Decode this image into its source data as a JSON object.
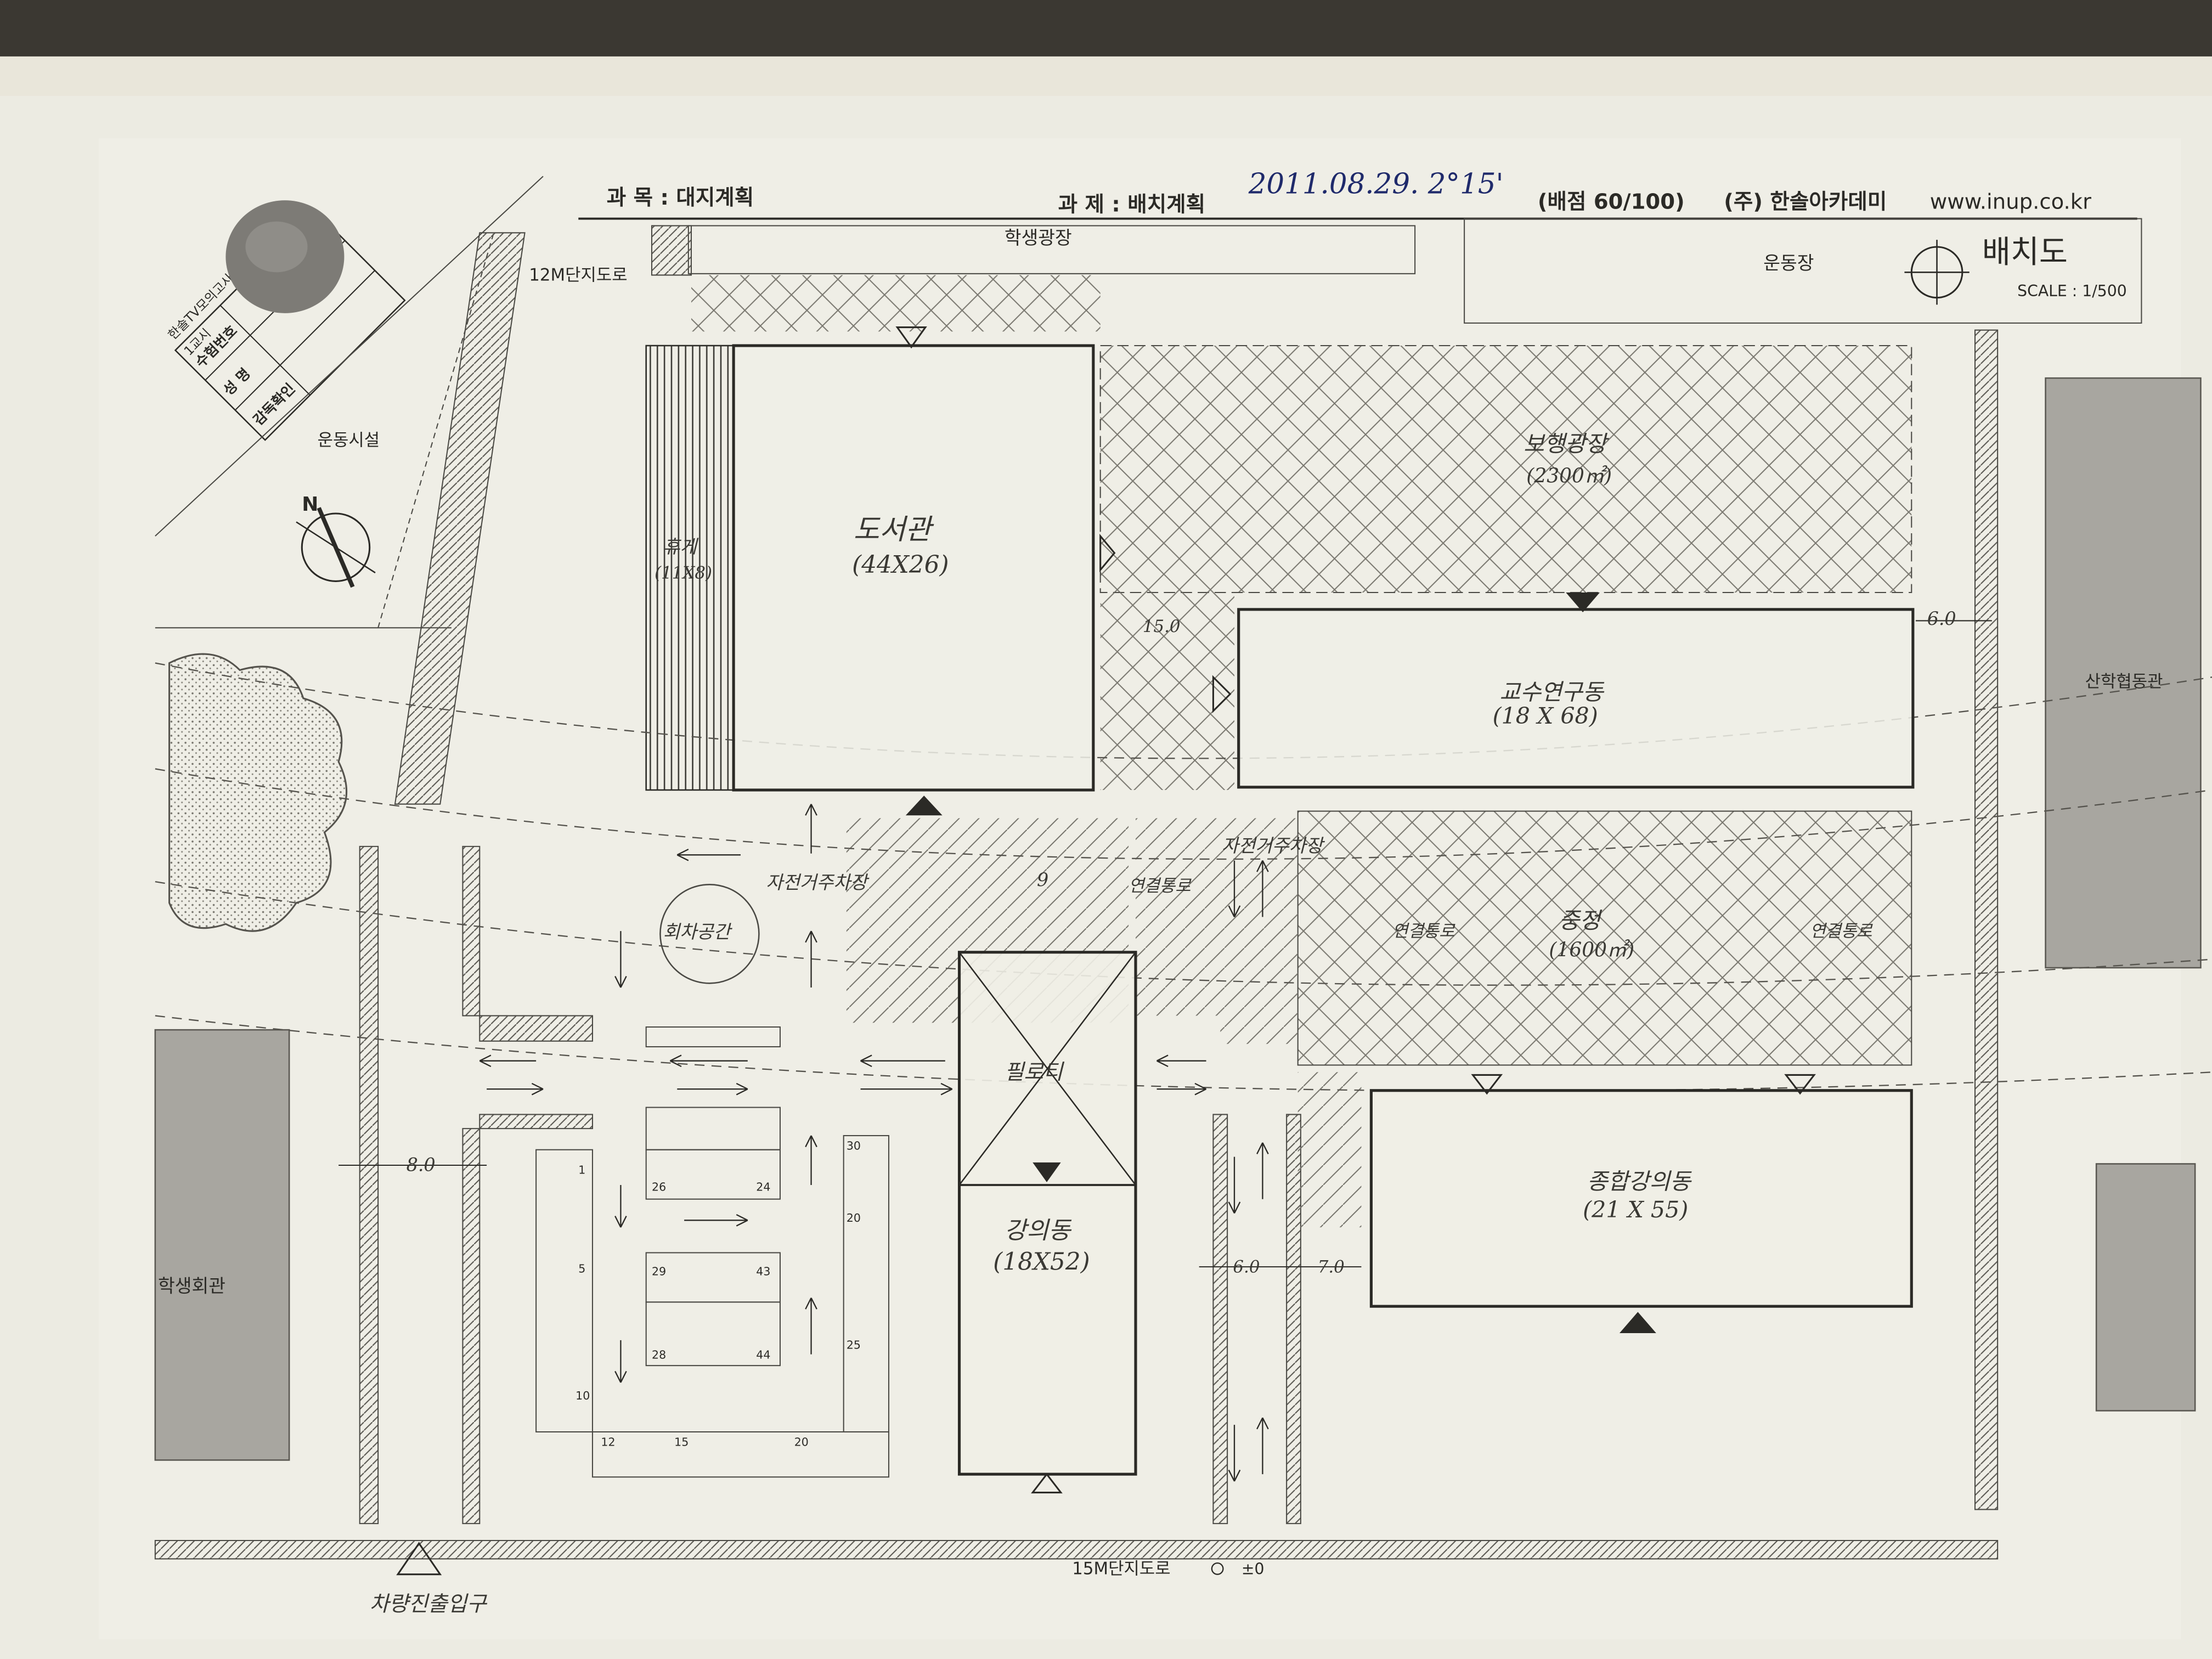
{
  "header": {
    "subject": "과 목 : 대지계획",
    "task": "과 제 : 배치계획",
    "date_note": "2011.08.29. 2°15'",
    "score": "(배점 60/100)",
    "company": "(주) 한솔아카데미",
    "website": "www.inup.co.kr",
    "drawing_title": "배치도",
    "scale": "SCALE : 1/500"
  },
  "stamp": {
    "exam_name": "한솔TV모의고사3차",
    "session": "1교시",
    "row_labels": [
      "수험번호",
      "성 명",
      "감독확인"
    ]
  },
  "site_labels": {
    "student_plaza": "학생광장",
    "sports_field": "운동장",
    "road_12m": "12M단지도로",
    "sports_facility": "운동시설",
    "industry_center": "산학협동관",
    "student_hall": "학생회관",
    "road_15m": "15M단지도로",
    "elevation": "±0",
    "vehicle_entry": "차량진출입구",
    "north": "N"
  },
  "buildings": {
    "library": {
      "name": "도서관",
      "size": "(44X26)"
    },
    "professor": {
      "name": "교수연구동",
      "size": "(18 X 68)"
    },
    "lecture": {
      "name": "강의동",
      "size": "(18X52)"
    },
    "general_lecture": {
      "name": "종합강의동",
      "size": "(21 X 55)"
    }
  },
  "zones": {
    "pedestrian_plaza": {
      "name": "보행광장",
      "area": "(2300㎡)"
    },
    "courtyard": {
      "name": "중정",
      "area": "(1600㎡)"
    },
    "bike_left": "자전거주차장",
    "bike_mid": "자전거주차장",
    "dropoff": "회차공간",
    "pilotis": "필로티",
    "side_left": "휴게",
    "side_left_size": "(11X8)",
    "connect_1": "연결통로",
    "connect_2": "연결통로",
    "connect_3": "연결통로"
  },
  "dimensions": {
    "d_8": "8.0",
    "d_15": "15.0",
    "d_6a": "6.0",
    "d_6b": "6.0",
    "d_7": "7.0",
    "d_9": "9"
  },
  "parking_counts": [
    "1",
    "5",
    "10",
    "12",
    "15",
    "20",
    "20",
    "25",
    "26",
    "24",
    "29",
    "43",
    "28",
    "44",
    "30"
  ]
}
